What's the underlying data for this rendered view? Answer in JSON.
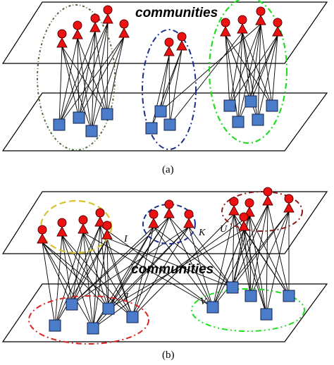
{
  "panel_a": {
    "caption": "(a)",
    "title": "communities"
  },
  "panel_b": {
    "caption": "(b)",
    "title": "communities",
    "labels": [
      "I",
      "K",
      "U",
      "J",
      "V"
    ]
  },
  "colors": {
    "user_node": "#ee1111",
    "node_outline": "#550000",
    "item_node": "#4a7cc9",
    "item_outline": "#10204a",
    "community_green_dark": "#4a6a3a",
    "community_blue": "#1c2f8a",
    "community_green": "#22dd22",
    "community_yellow": "#d6c22e",
    "community_red": "#dd2222",
    "community_darkred": "#8a1a1a",
    "plane": "#000000"
  }
}
